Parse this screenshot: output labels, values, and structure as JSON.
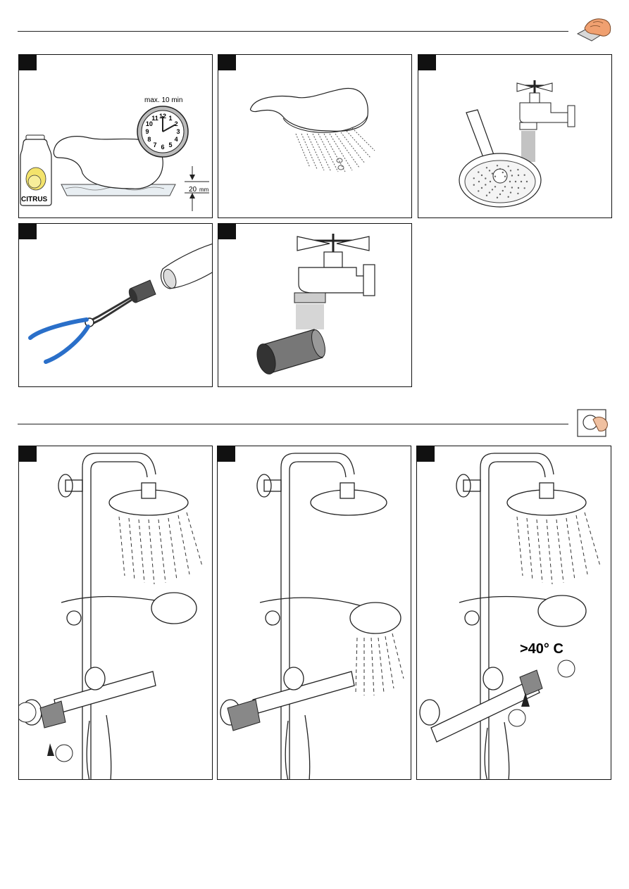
{
  "section1": {
    "clock_label": "max. 10 min",
    "bottle_label": "CITRUS",
    "clock_numbers": [
      "12",
      "1",
      "2",
      "3",
      "4",
      "5",
      "6",
      "7",
      "8",
      "9",
      "10",
      "11"
    ],
    "depth_value": "20",
    "depth_unit": "mm"
  },
  "section2": {
    "temperature_label": ">40° C"
  },
  "colors": {
    "plier_handle": "#2a6fc9",
    "cleaning_hand": "#f0a070",
    "cartridge_grey": "#888888"
  }
}
